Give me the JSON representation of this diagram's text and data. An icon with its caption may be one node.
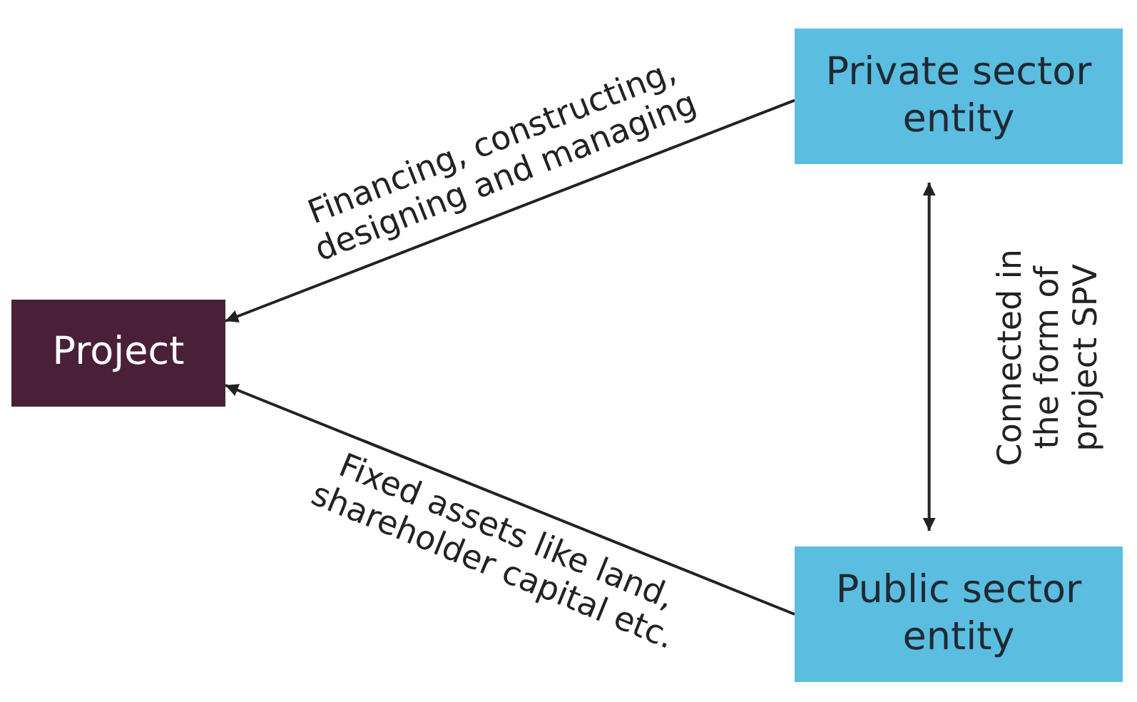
{
  "diagram": {
    "nodes": [
      {
        "text": [
          "Private sector entity"
        ]
      },
      {
        "text": [
          "Project"
        ]
      },
      {
        "text": [
          "Public sector entity"
        ]
      }
    ],
    "edges": [
      {
        "from": 0,
        "to": 1,
        "arrow": "to",
        "label": "Financing, constructing, designing and managing"
      },
      {
        "from": 2,
        "to": 1,
        "arrow": "to",
        "label": "Fixed assets like land, shareholder capital etc."
      },
      {
        "from": 0,
        "to": 2,
        "arrow": "both",
        "label": "Connected in the form of project SPV"
      }
    ]
  }
}
